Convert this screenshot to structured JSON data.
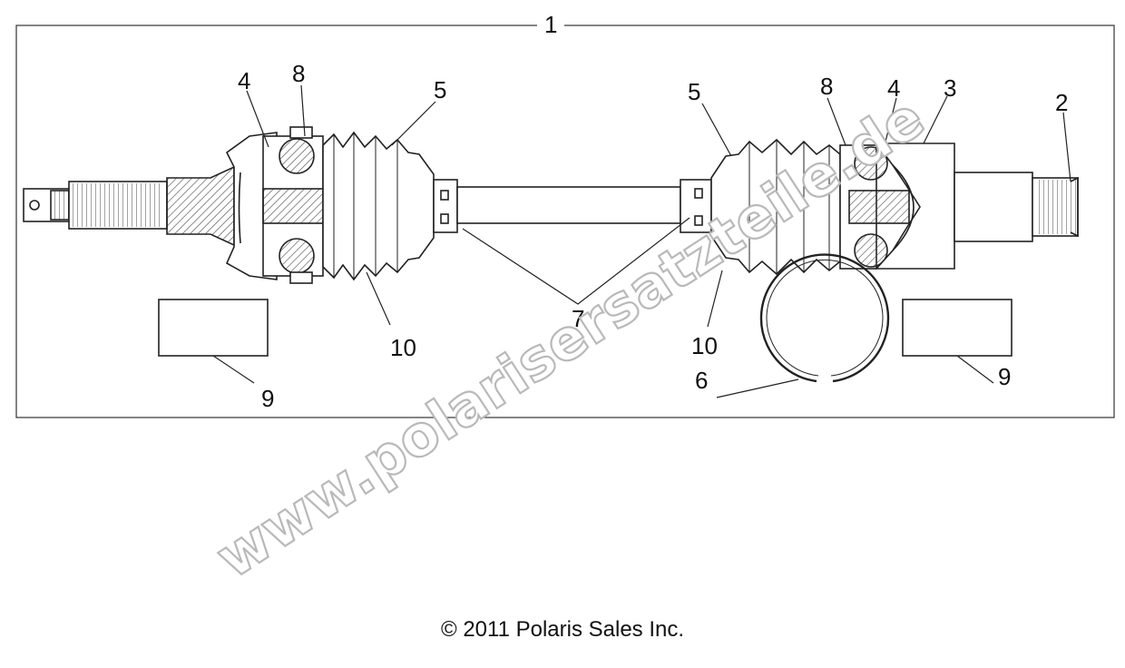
{
  "diagram": {
    "callouts": {
      "c1": "1",
      "c2": "2",
      "c3": "3",
      "c4_left": "4",
      "c4_right": "4",
      "c5_left": "5",
      "c5_right": "5",
      "c6": "6",
      "c7": "7",
      "c8_left": "8",
      "c8_right": "8",
      "c9_left": "9",
      "c9_right": "9",
      "c10_left": "10",
      "c10_right": "10"
    },
    "watermark": "www.polarisersatzteile.de",
    "copyright": "© 2011 Polaris Sales Inc."
  },
  "colors": {
    "line": "#222222",
    "hatch": "#555555",
    "watermark_stroke": "#b9b9b9"
  }
}
